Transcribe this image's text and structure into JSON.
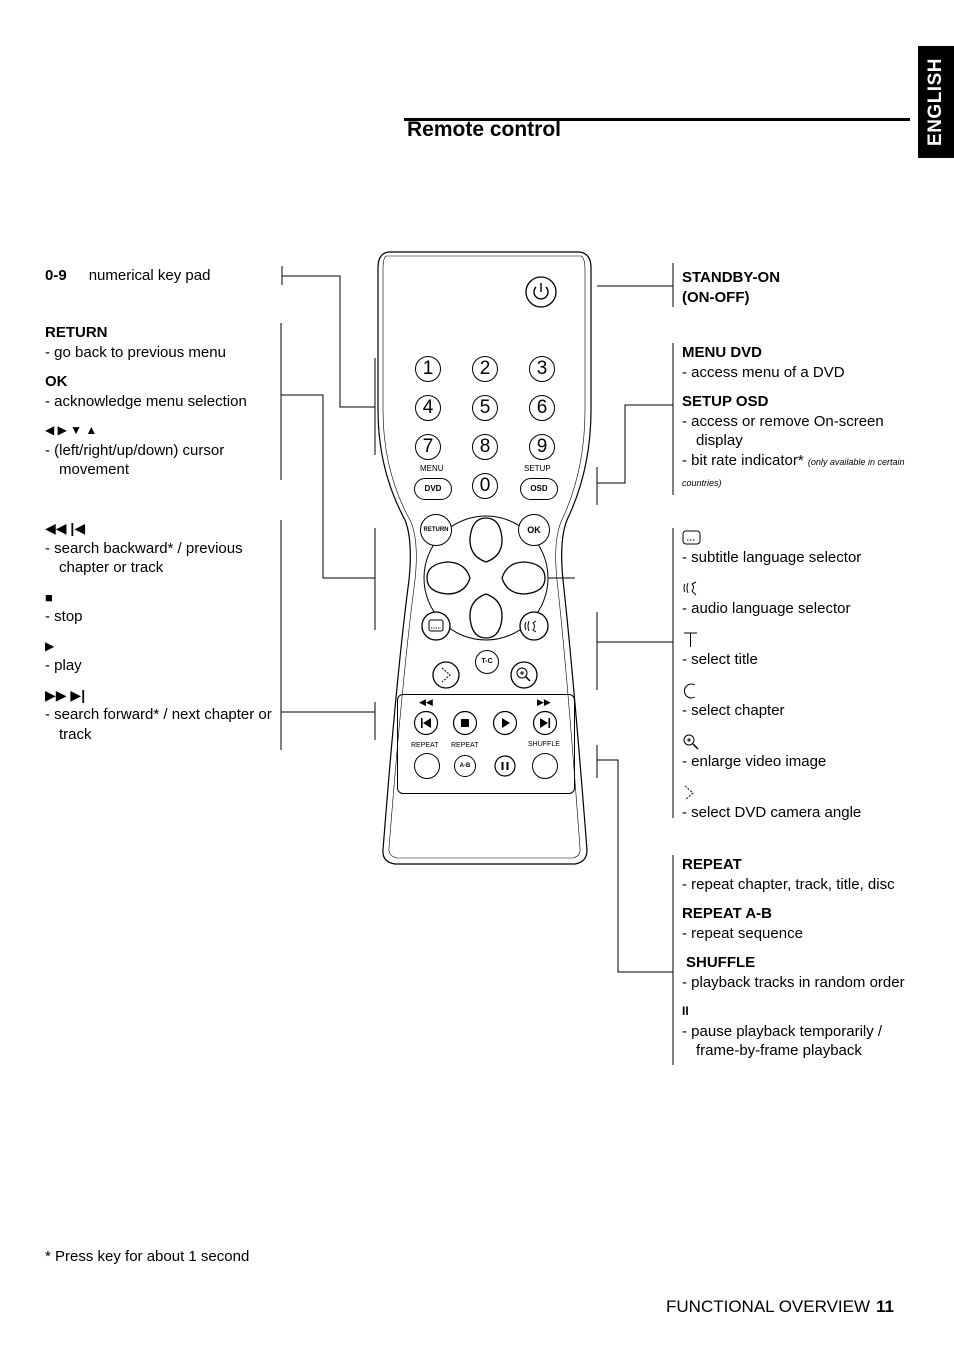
{
  "page": {
    "title": "Remote control",
    "language_tab": "ENGLISH",
    "footer_section": "FUNCTIONAL OVERVIEW",
    "footer_page": "11",
    "footnote": "* Press key for about 1 second"
  },
  "left": {
    "keypad": {
      "key": "0-9",
      "desc": "numerical key pad"
    },
    "return": {
      "title": "RETURN",
      "desc": "-  go back to previous menu"
    },
    "ok": {
      "title": "OK",
      "desc": "-  acknowledge menu selection"
    },
    "cursor": {
      "symbols": "◀ ▶ ▼ ▲",
      "desc": "-  (left/right/up/down) cursor movement"
    },
    "search_back": {
      "symbols": "◀◀   |◀",
      "desc": "-  search backward* / previous chapter or track"
    },
    "stop": {
      "symbol": "■",
      "desc": "-  stop"
    },
    "play": {
      "symbol": "▶",
      "desc": "-  play"
    },
    "search_fwd": {
      "symbols": "▶▶   ▶|",
      "desc": "-  search forward* / next chapter or track"
    }
  },
  "right": {
    "standby": {
      "title1": "STANDBY-ON",
      "title2": "(ON-OFF)"
    },
    "menu_dvd": {
      "title": "MENU DVD",
      "desc": "- access menu of a DVD"
    },
    "setup_osd": {
      "title": "SETUP OSD",
      "desc1": "- access or remove On-screen display",
      "desc2": "- bit rate indicator*",
      "note": "(only available in certain countries)"
    },
    "subtitle": {
      "desc": "- subtitle language selector"
    },
    "audio": {
      "desc": "- audio language selector"
    },
    "title_sel": {
      "desc": "- select title"
    },
    "chapter": {
      "desc": "- select chapter"
    },
    "zoom": {
      "desc": "- enlarge video image"
    },
    "angle": {
      "desc": "- select DVD camera angle"
    },
    "repeat": {
      "title": "REPEAT",
      "desc": "- repeat chapter, track, title, disc"
    },
    "repeat_ab": {
      "title": "REPEAT A-B",
      "desc": "- repeat sequence"
    },
    "shuffle": {
      "title": "SHUFFLE",
      "desc": "- playback tracks in random order"
    },
    "pause": {
      "symbol": "II",
      "desc": "- pause playback temporarily / frame-by-frame playback"
    }
  },
  "remote": {
    "digits": [
      "1",
      "2",
      "3",
      "4",
      "5",
      "6",
      "7",
      "8",
      "9",
      "0"
    ],
    "menu_label": "MENU",
    "setup_label": "SETUP",
    "dvd_btn": "DVD",
    "osd_btn": "OSD",
    "return_btn": "RETURN",
    "ok_btn": "OK",
    "tc_btn": "T-C",
    "repeat_label1": "REPEAT",
    "repeat_label2": "REPEAT",
    "ab_btn": "A-B",
    "shuffle_label": "SHUFFLE"
  }
}
